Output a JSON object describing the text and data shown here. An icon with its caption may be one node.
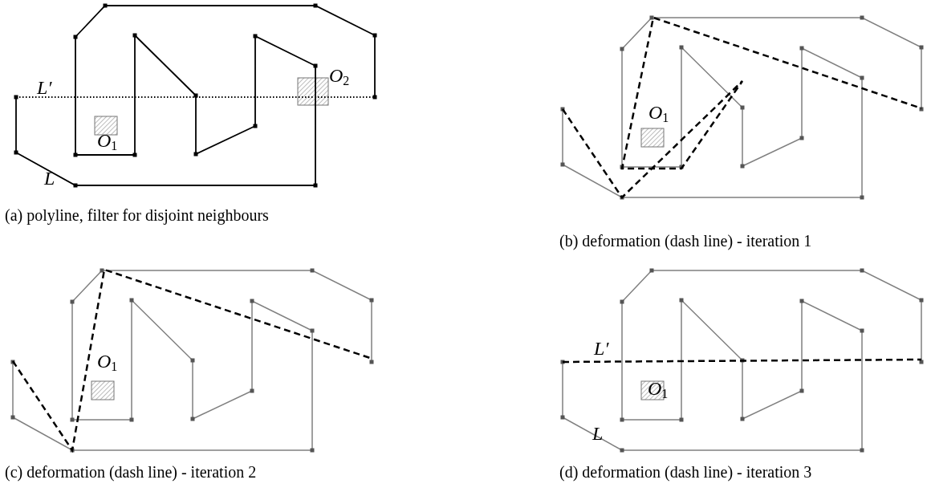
{
  "diagram": {
    "labels": [
      "L′",
      "O$_{2}$",
      "O$_{1}$",
      "L",
      "(a) polyline, filter for disjoint neighbours",
      "O$_{1}$",
      "(b) deformation (dash line) - iteration 1",
      "O$_{1}$",
      "(c) deformation (dash line) - iteration 2",
      "L′",
      "O$_{1}$",
      "L",
      "(d) deformation (dash line) - iteration 3"
    ]
  }
}
